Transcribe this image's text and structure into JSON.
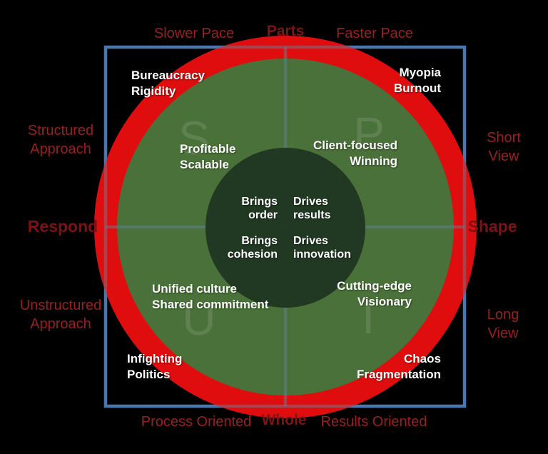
{
  "title": "PSIU organizational forces diagram",
  "colors": {
    "background": "#000000",
    "outer_circle_red": "#df0d0d",
    "middle_circle_green": "#4a7139",
    "center_circle_dark": "#1e3420",
    "square_blue": "#4a77b0",
    "divider_overlay": "rgba(100,130,160,0.45)",
    "axis_label_red": "#992020",
    "axis_bold_red": "#7e1414",
    "white_text": "#ffffff"
  },
  "outer_labels": {
    "top_left": "Slower Pace",
    "top_center": "Parts",
    "top_right": "Faster Pace",
    "left_top": "Structured\nApproach",
    "left_middle": "Respond",
    "left_bottom": "Unstructured\nApproach",
    "right_top": "Short View",
    "right_middle": "Shape",
    "right_bottom": "Long View",
    "bottom_left": "Process Oriented",
    "bottom_center": "Whole",
    "bottom_right": "Results Oriented"
  },
  "quadrant_letters": {
    "top_left": "S",
    "top_right": "P",
    "bottom_left": "U",
    "bottom_right": "I"
  },
  "outer_ring_labels": {
    "top_left": "Bureaucracy\nRigidity",
    "top_right": "Myopia\nBurnout",
    "bottom_left": "Infighting\nPolitics",
    "bottom_right": "Chaos\nFragmentation"
  },
  "middle_ring_labels": {
    "top_left": "Profitable\nScalable",
    "top_right": "Client-focused\nWinning",
    "bottom_left": "Unified culture\nShared commitment",
    "bottom_right": "Cutting-edge\nVisionary"
  },
  "center_labels": {
    "top_left": "Brings\norder",
    "top_right": "Drives\nresults",
    "bottom_left": "Brings\ncohesion",
    "bottom_right": "Drives\ninnovation"
  }
}
